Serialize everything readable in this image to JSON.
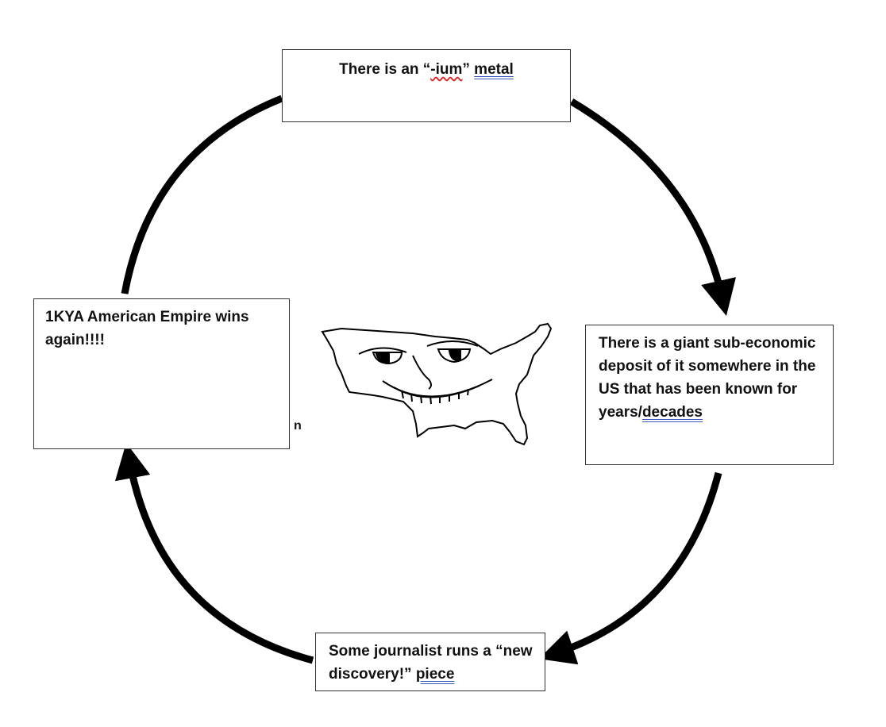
{
  "boxes": {
    "top": {
      "pre": "There is an “",
      "ium": "-ium",
      "mid": "” ",
      "metal": "metal"
    },
    "right": {
      "text": "There is a giant sub-economic deposit of it somewhere in the US that has been known for years/",
      "decades": "decades"
    },
    "bottom": {
      "text": "Some journalist runs a “new discovery!” ",
      "piece": "piece"
    },
    "left": {
      "text": "1KYA American Empire wins again!!!!"
    }
  },
  "stray_char": "n",
  "icons": {
    "center": "usa-map-grinning-face-icon"
  },
  "colors": {
    "arrow": "#000000",
    "box_border": "#333333",
    "underline": "#3a57b8",
    "spellcheck": "#dd2222"
  }
}
